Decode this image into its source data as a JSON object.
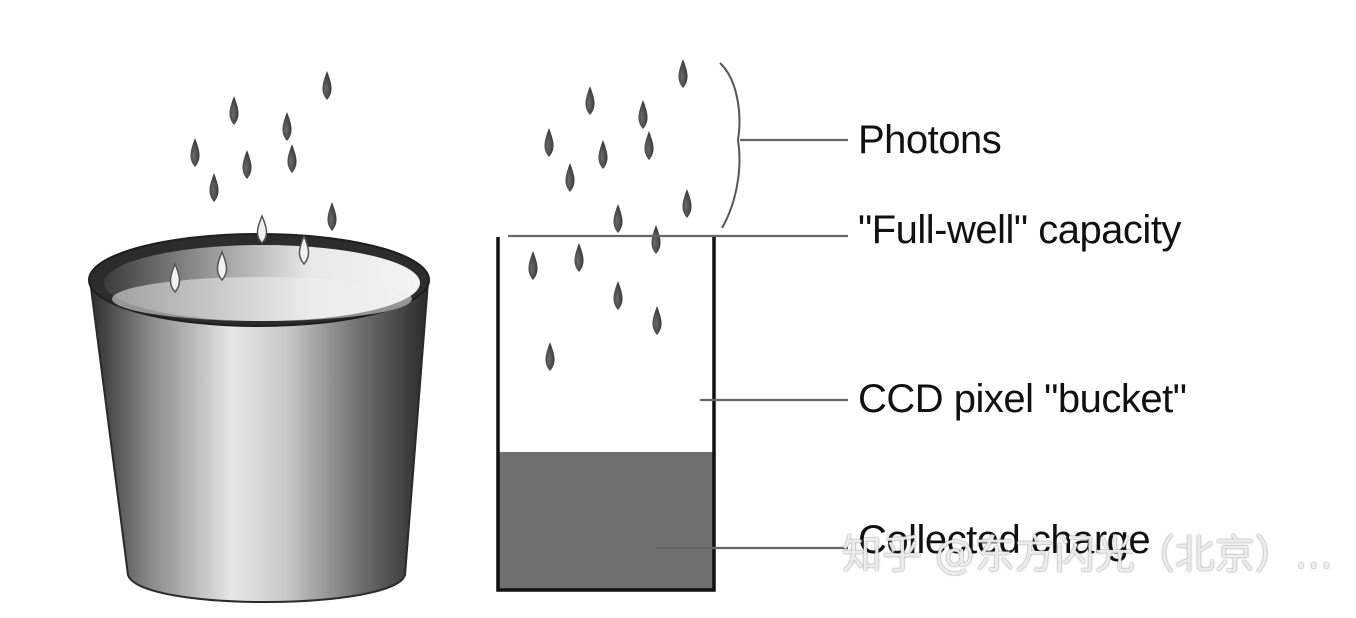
{
  "labels": {
    "photons": "Photons",
    "full_well": "\"Full-well\" capacity",
    "bucket": "CCD pixel \"bucket\"",
    "charge": "Collected charge"
  },
  "watermark": "知乎 @东方闪光（北京）...",
  "colors": {
    "ink": "#111111",
    "charge_fill": "#6f6f6f",
    "drop": "#4a4a4a",
    "bucket_dark": "#3a3a3a",
    "bucket_light": "#d8d8d8"
  },
  "icons": [
    "photon-drop-icon",
    "bucket-icon"
  ]
}
